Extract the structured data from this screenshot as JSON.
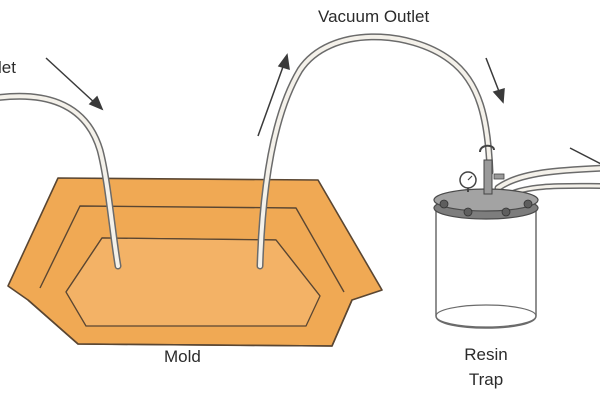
{
  "labels": {
    "inlet": "let",
    "vacuum_outlet": "Vacuum Outlet",
    "mold": "Mold",
    "resin_trap_line1": "Resin",
    "resin_trap_line2": "Trap"
  },
  "colors": {
    "mold_fill": "#f0a954",
    "mold_outline": "#5a4632",
    "tube_outline": "#6b6b6b",
    "tube_fill": "#f4f1ea",
    "trap_body": "#ffffff",
    "trap_lid": "#8a8a8a",
    "arrow": "#3a3a3a",
    "text": "#2b2b2b"
  }
}
